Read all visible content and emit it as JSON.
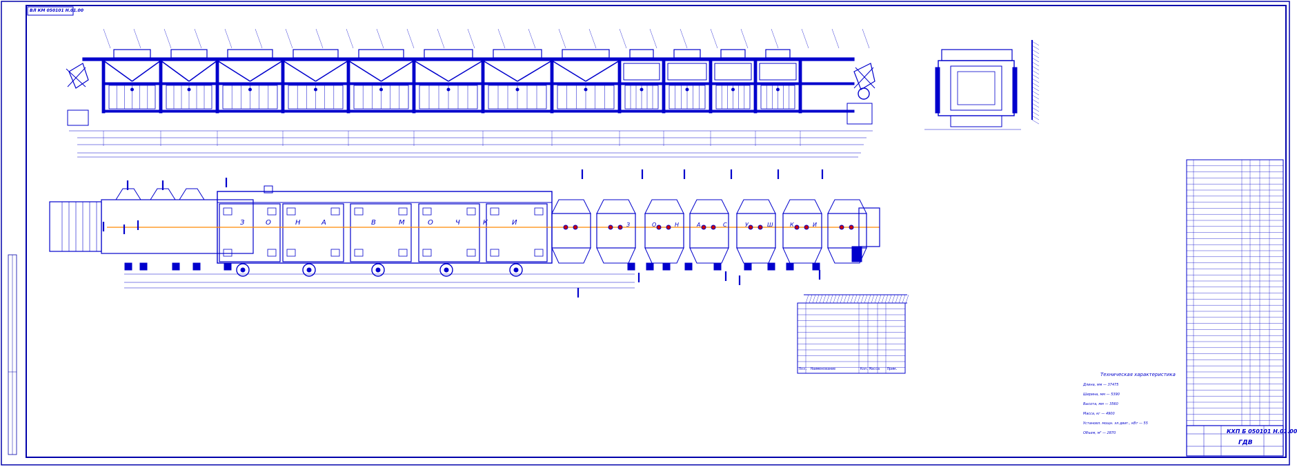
{
  "sheet": {
    "top_stamp": "ВЛ КМ 050101 Н.01.00",
    "doc_code": "КХП Б 050101 Н.01.00",
    "title_block_name": "ГДВ",
    "zone_word": [
      "З",
      "О",
      "Н",
      "А",
      "В",
      "М",
      "О",
      "Ч",
      "К",
      "И"
    ],
    "zone_word2": [
      "З",
      "О",
      "Н",
      "А",
      "С",
      "У",
      "Ш",
      "К",
      "И"
    ],
    "tech_title": "Техническая характеристика",
    "tech_lines": [
      "Длина, мм — 37475",
      "Ширина, мм — 5390",
      "Высота, мм — 3560",
      "Масса, кг — 4900",
      "Установл. мощн. эл.двиг., кВт — 55",
      "Объем, м³ — 2870"
    ],
    "spec_header": [
      "Поз.",
      "Наименование",
      "Кол.",
      "Масса",
      "Прим."
    ]
  },
  "colors": {
    "line": "#0000cc",
    "frame": "#0000aa",
    "orange": "#ff8800",
    "red": "#cc0000"
  }
}
